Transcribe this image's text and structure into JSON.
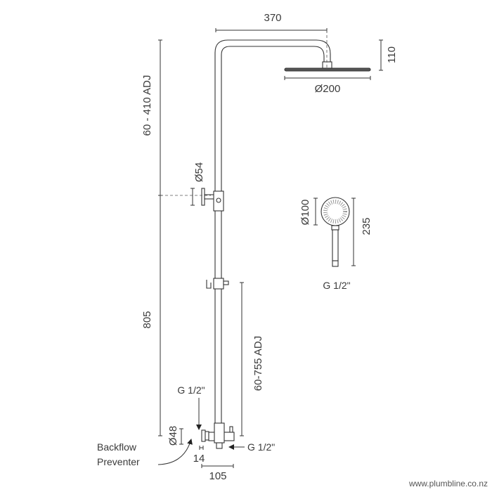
{
  "dimensions": {
    "arm_length": "370",
    "head_drop": "110",
    "head_diameter": "Ø200",
    "upper_height": "60 - 410 ADJ",
    "lower_height": "805",
    "diverter_diameter": "Ø54",
    "hand_shower_diameter": "Ø100",
    "hand_shower_length": "235",
    "slider_range": "60-755 ADJ",
    "inlet_diameter": "Ø48",
    "inlet_depth": "14",
    "projection": "105"
  },
  "labels": {
    "hand_shower_thread": "G 1/2\"",
    "inlet_thread_top": "G 1/2\"",
    "inlet_thread_right": "G 1/2\"",
    "backflow_line1": "Backflow",
    "backflow_line2": "Preventer"
  },
  "watermark": "www.plumbline.co.nz"
}
